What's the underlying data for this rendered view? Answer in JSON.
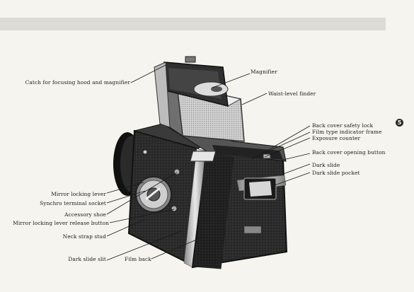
{
  "page_marker": "5",
  "labels": {
    "catch_hood": "Catch for focusing hood and magnifier",
    "magnifier": "Magnifier",
    "waist_level_finder": "Waist-level finder",
    "back_cover_safety_lock": "Back cover safety lock",
    "film_type_indicator": "Film type indicator frame",
    "exposure_counter": "Exposure counter",
    "back_cover_opening_button": "Back cover opening button",
    "dark_slide": "Dark slide",
    "dark_slide_pocket": "Dark slide pocket",
    "mirror_locking_lever": "Mirror locking lever",
    "synchro_terminal_socket": "Synchro terminal socket",
    "accessory_shoe": "Accessory shoe",
    "mirror_lock_release": "Mirror locking lever release button",
    "neck_strap_stud": "Neck strap stud",
    "dark_slide_slit": "Dark slide slit",
    "film_back": "Film back"
  }
}
